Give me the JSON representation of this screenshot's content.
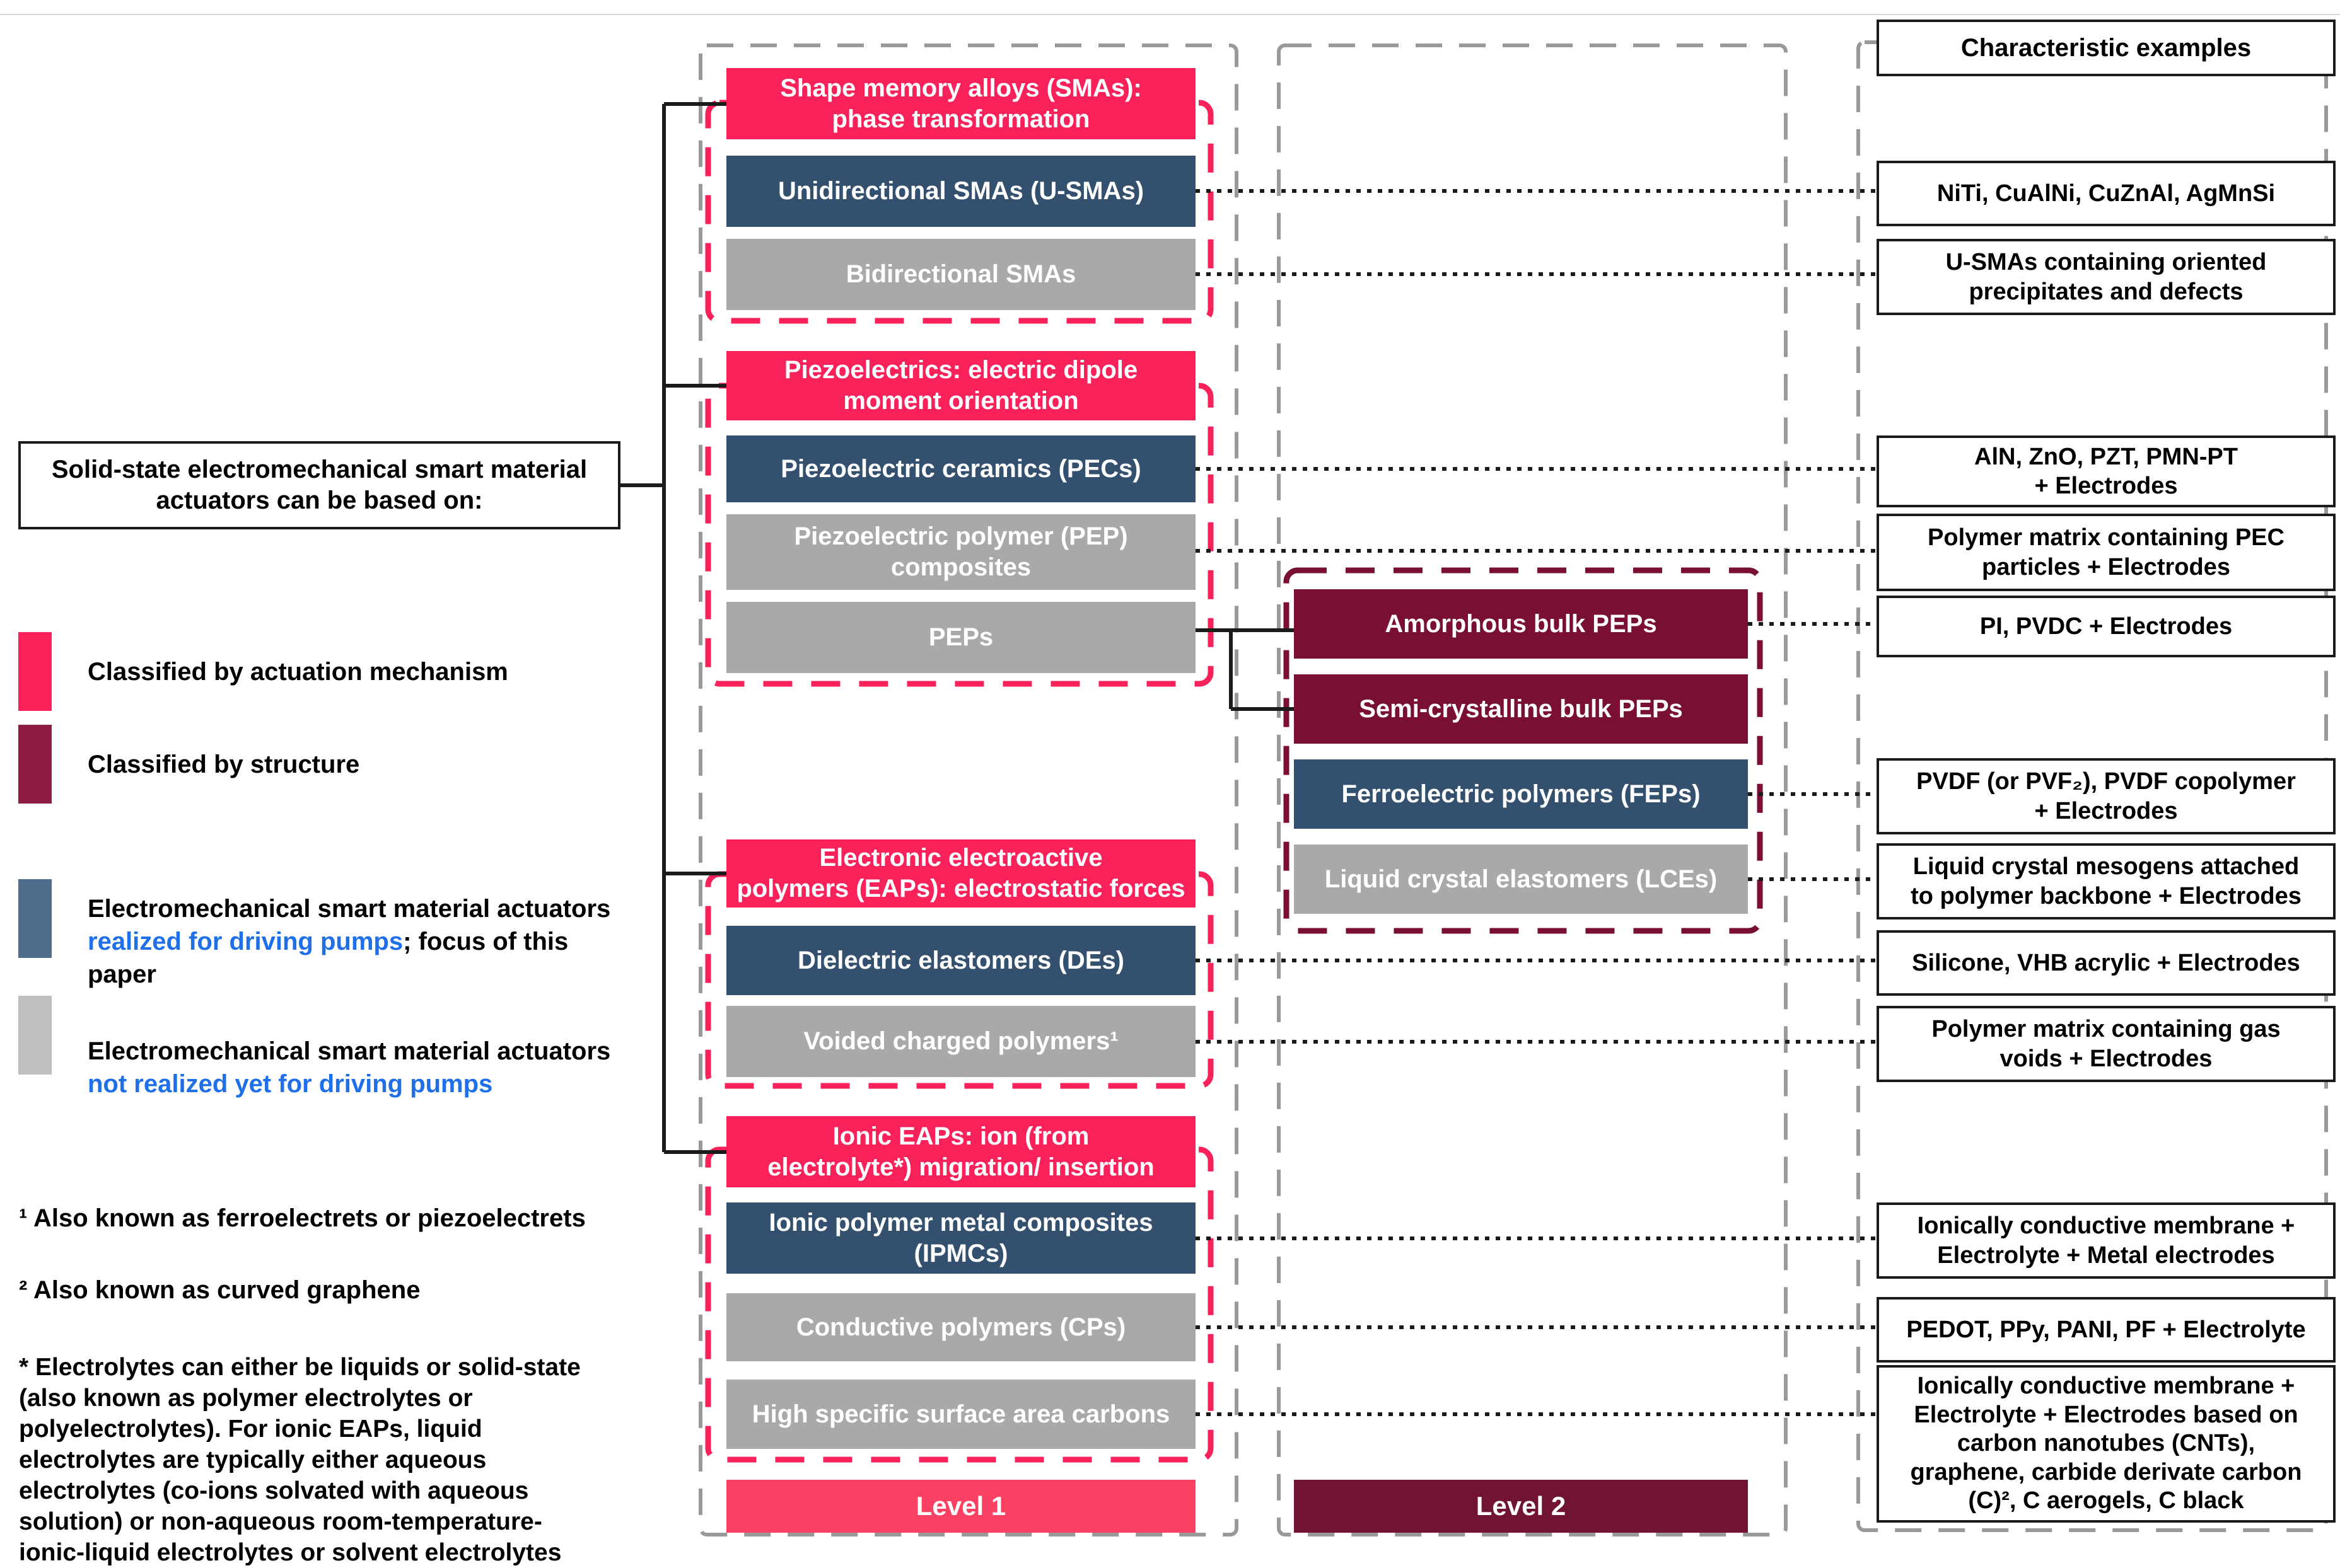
{
  "root_box": {
    "label": "Solid-state electromechanical smart material\nactuators can be based on:"
  },
  "legend": {
    "item1": {
      "label": "Classified by actuation mechanism"
    },
    "item2": {
      "label": "Classified by structure"
    },
    "item3": {
      "black1": "Electromechanical smart material actuators\n",
      "blue": "realized for driving pumps",
      "black2": "; focus of this\npaper"
    },
    "item4": {
      "black1": "Electromechanical smart material actuators\n",
      "blue": "not realized yet for driving pumps",
      "black2": ""
    }
  },
  "footnotes": {
    "f1": "¹ Also known as ferroelectrets or piezoelectrets",
    "f2": "² Also known as curved graphene",
    "star": "* Electrolytes can either be liquids or solid-state\n(also known as polymer electrolytes or\npolyelectrolytes). For ionic EAPs, liquid\nelectrolytes are typically either aqueous\nelectrolytes (co-ions solvated with aqueous\nsolution) or non-aqueous room-temperature-\nionic-liquid electrolytes or solvent electrolytes"
  },
  "level1": {
    "label": "Level 1",
    "groups": [
      {
        "header": "Shape memory alloys (SMAs):\nphase transformation",
        "children": [
          {
            "label": "Unidirectional SMAs (U-SMAs)"
          },
          {
            "label": "Bidirectional SMAs"
          }
        ]
      },
      {
        "header": "Piezoelectrics: electric dipole\nmoment orientation",
        "children": [
          {
            "label": "Piezoelectric ceramics (PECs)"
          },
          {
            "label": "Piezoelectric polymer (PEP)\ncomposites"
          },
          {
            "label": "PEPs"
          }
        ]
      },
      {
        "header": "Electronic electroactive\npolymers (EAPs): electrostatic forces",
        "children": [
          {
            "label": "Dielectric elastomers (DEs)"
          },
          {
            "label": "Voided charged polymers¹"
          }
        ]
      },
      {
        "header": "Ionic EAPs: ion (from\nelectrolyte*) migration/ insertion",
        "children": [
          {
            "label": "Ionic polymer metal composites\n(IPMCs)"
          },
          {
            "label": "Conductive polymers (CPs)"
          },
          {
            "label": "High specific surface area carbons"
          }
        ]
      }
    ]
  },
  "level2": {
    "label": "Level 2",
    "boxes": [
      {
        "label": "Amorphous bulk PEPs"
      },
      {
        "label": "Semi-crystalline bulk PEPs"
      },
      {
        "label": "Ferroelectric polymers (FEPs)"
      },
      {
        "label": "Liquid crystal elastomers (LCEs)"
      }
    ]
  },
  "examples": {
    "header": "Characteristic examples",
    "boxes": [
      {
        "label": "NiTi, CuAlNi, CuZnAl, AgMnSi"
      },
      {
        "label": "U-SMAs containing oriented\nprecipitates and defects"
      },
      {
        "label": "AlN, ZnO, PZT, PMN-PT\n+ Electrodes"
      },
      {
        "label": "Polymer matrix containing PEC\nparticles + Electrodes"
      },
      {
        "label": "PI, PVDC + Electrodes"
      },
      {
        "label": "PVDF (or PVF₂), PVDF copolymer\n+ Electrodes"
      },
      {
        "label": "Liquid crystal mesogens attached\nto polymer backbone + Electrodes"
      },
      {
        "label": "Silicone, VHB acrylic + Electrodes"
      },
      {
        "label": "Polymer matrix containing gas\nvoids + Electrodes"
      },
      {
        "label": "Ionically conductive membrane +\nElectrolyte + Metal electrodes"
      },
      {
        "label": "PEDOT, PPy, PANI, PF + Electrolyte"
      },
      {
        "label": "Ionically conductive membrane +\nElectrolyte + Electrodes based on\ncarbon nanotubes (CNTs),\ngraphene, carbide derivate carbon\n(C)², C aerogels, C black"
      }
    ]
  },
  "colors": {
    "pink": "#F9215A",
    "pink_light": "#FB4163",
    "blue_box": "#33506F",
    "gray_box": "#A9A9A9",
    "maroon_box": "#7A1031",
    "maroon_dark": "#701432",
    "legend_blue_swatch": "#4C6D8C",
    "legend_gray_swatch": "#BFBFBF",
    "legend_maroon_swatch": "#8C1C40",
    "link_blue_text": "#1E6FE8",
    "dash_gray": "#999999",
    "connector_black": "#1b1b1b"
  }
}
